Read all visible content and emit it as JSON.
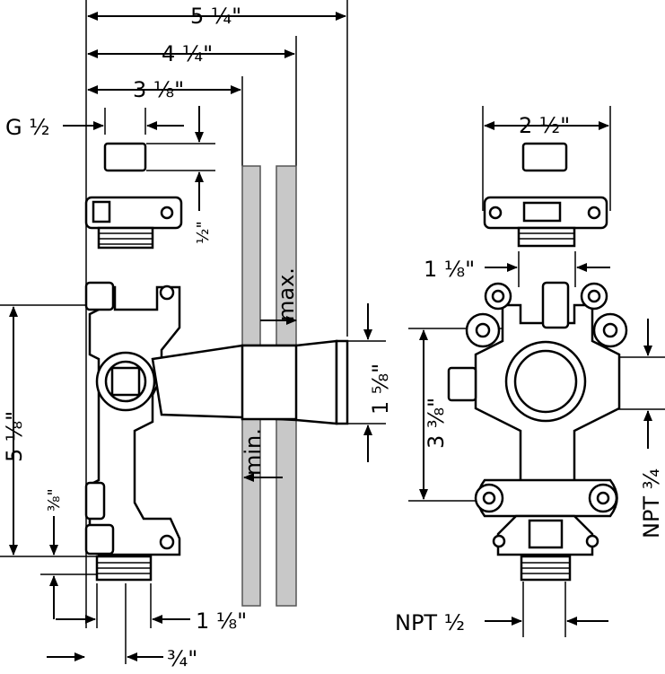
{
  "dimensions": {
    "overall_width": "5 ¼\"",
    "width_max": "4 ¼\"",
    "width_min": "3 ⅛\"",
    "thread_size": "G ½",
    "cap_height": "½\"",
    "height_left": "5 ⅛\"",
    "offset_left": "⅜\"",
    "outlet_height": "1 ⅝\"",
    "bottom_a": "1 ⅛\"",
    "bottom_b": "¾\"",
    "right_width": "2 ½\"",
    "right_port_width": "1 ⅛\"",
    "right_height": "3 ⅜\"",
    "npt_side": "NPT ¾",
    "npt_bottom": "NPT ½"
  },
  "labels": {
    "max": "max.",
    "min": "min."
  }
}
